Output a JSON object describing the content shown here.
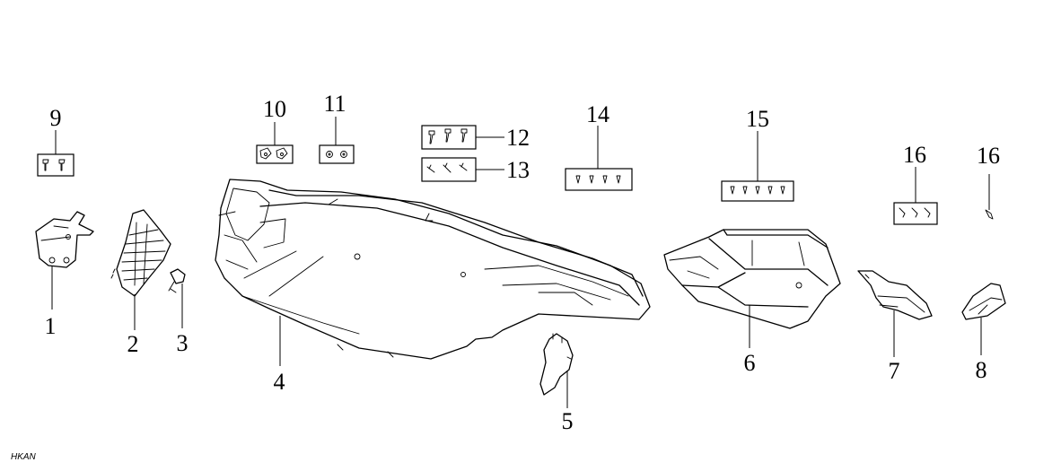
{
  "callouts": {
    "c1": "1",
    "c2": "2",
    "c3": "3",
    "c4": "4",
    "c5": "5",
    "c6": "6",
    "c7": "7",
    "c8": "8",
    "c9": "9",
    "c10": "10",
    "c11": "11",
    "c12": "12",
    "c13": "13",
    "c14": "14",
    "c15": "15",
    "c16a": "16",
    "c16b": "16"
  },
  "footer": {
    "code": "HKAN"
  }
}
